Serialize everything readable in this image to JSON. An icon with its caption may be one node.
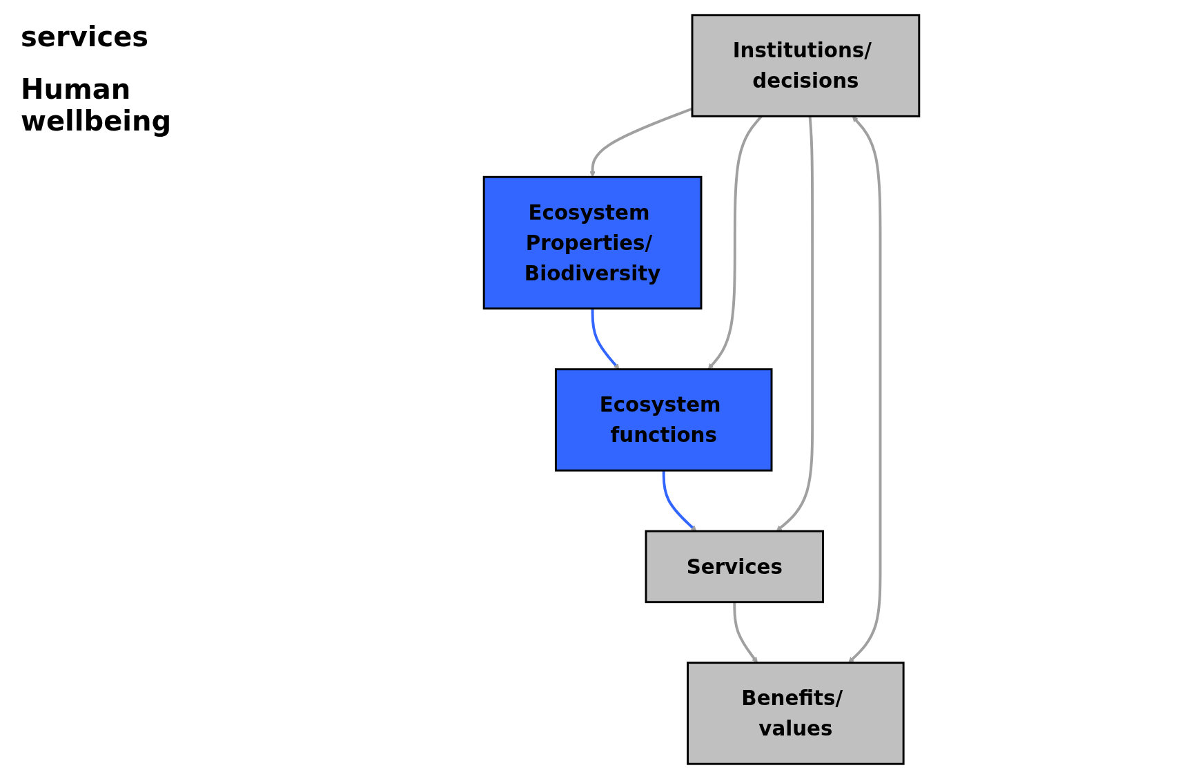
{
  "diagram": {
    "nodes": [
      {
        "text": [
          "Ecosystem Properties/ Biodiversity"
        ]
      },
      {
        "text": [
          "Ecosystem functions"
        ]
      },
      {
        "text": [
          "Services"
        ]
      },
      {
        "text": [
          "Benefits/ values"
        ]
      },
      {
        "text": [
          "Institutions/ decisions"
        ]
      }
    ],
    "edges": [
      {
        "from": 0,
        "to": 1,
        "arrow": "to",
        "color": "#3366ff"
      },
      {
        "from": 1,
        "to": 2,
        "arrow": "to",
        "color": "#3366ff"
      },
      {
        "from": 2,
        "to": 3,
        "arrow": "to"
      },
      {
        "from": 4,
        "to": 2,
        "arrow": "to"
      },
      {
        "from": 4,
        "to": 1,
        "arrow": "to"
      },
      {
        "from": 4,
        "to": 0,
        "arrow": "to"
      },
      {
        "from": 4,
        "to": 3,
        "arrow": "both"
      }
    ],
    "labels": [
      "services",
      "Human wellbeing"
    ]
  }
}
